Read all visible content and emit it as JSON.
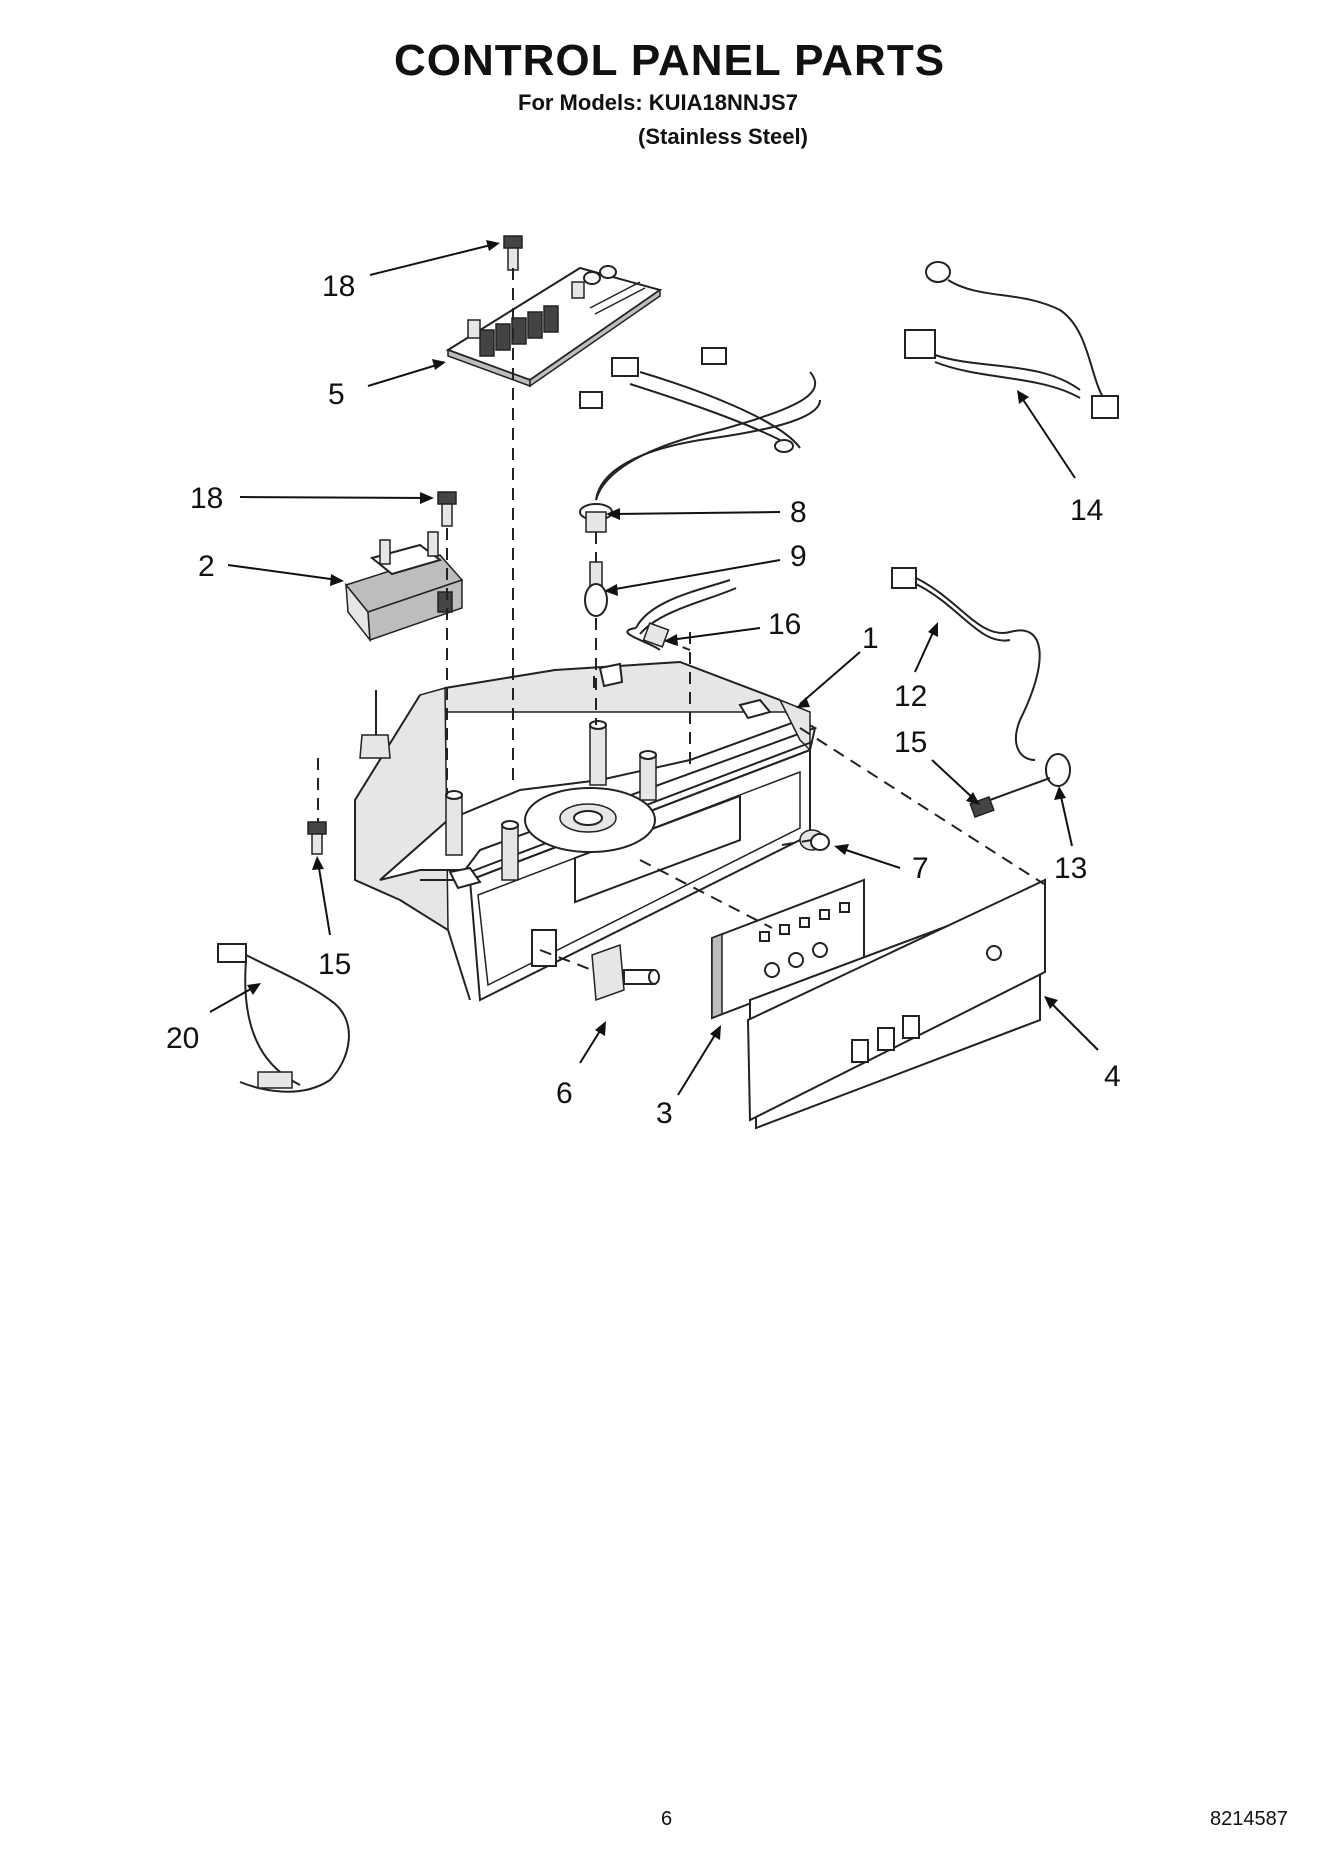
{
  "header": {
    "title": "CONTROL PANEL PARTS",
    "models_line": "For Models: KUIA18NNJS7",
    "finish_line": "(Stainless Steel)"
  },
  "callouts": [
    "18",
    "5",
    "18",
    "2",
    "8",
    "9",
    "16",
    "1",
    "14",
    "12",
    "15",
    "13",
    "7",
    "15",
    "20",
    "6",
    "3",
    "4"
  ],
  "footer": {
    "page_number": "6",
    "document_number": "8214587"
  }
}
